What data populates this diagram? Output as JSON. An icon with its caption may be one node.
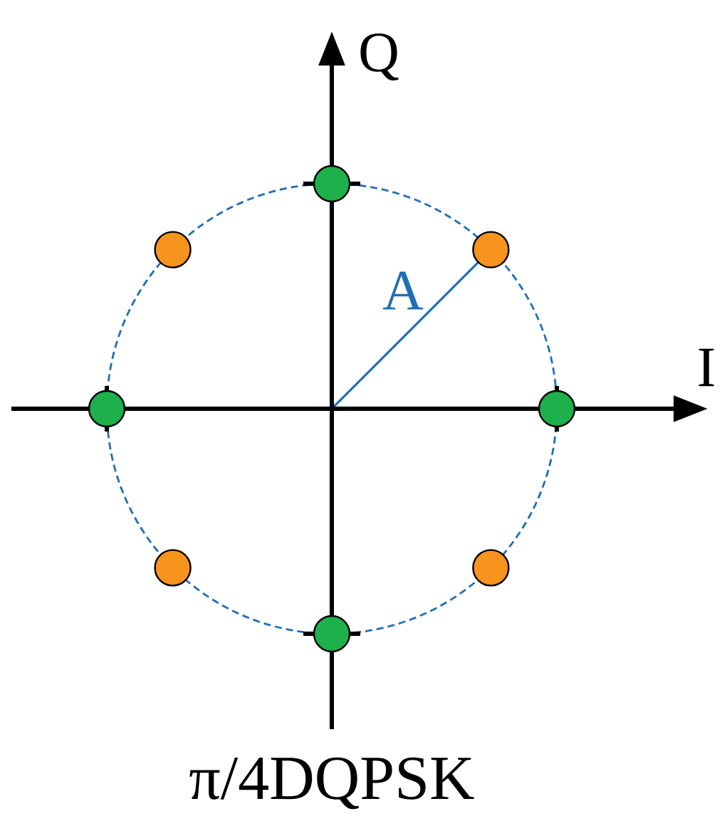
{
  "diagram": {
    "caption": "π/4DQPSK",
    "labels": [
      "Q",
      "I",
      "A"
    ]
  }
}
